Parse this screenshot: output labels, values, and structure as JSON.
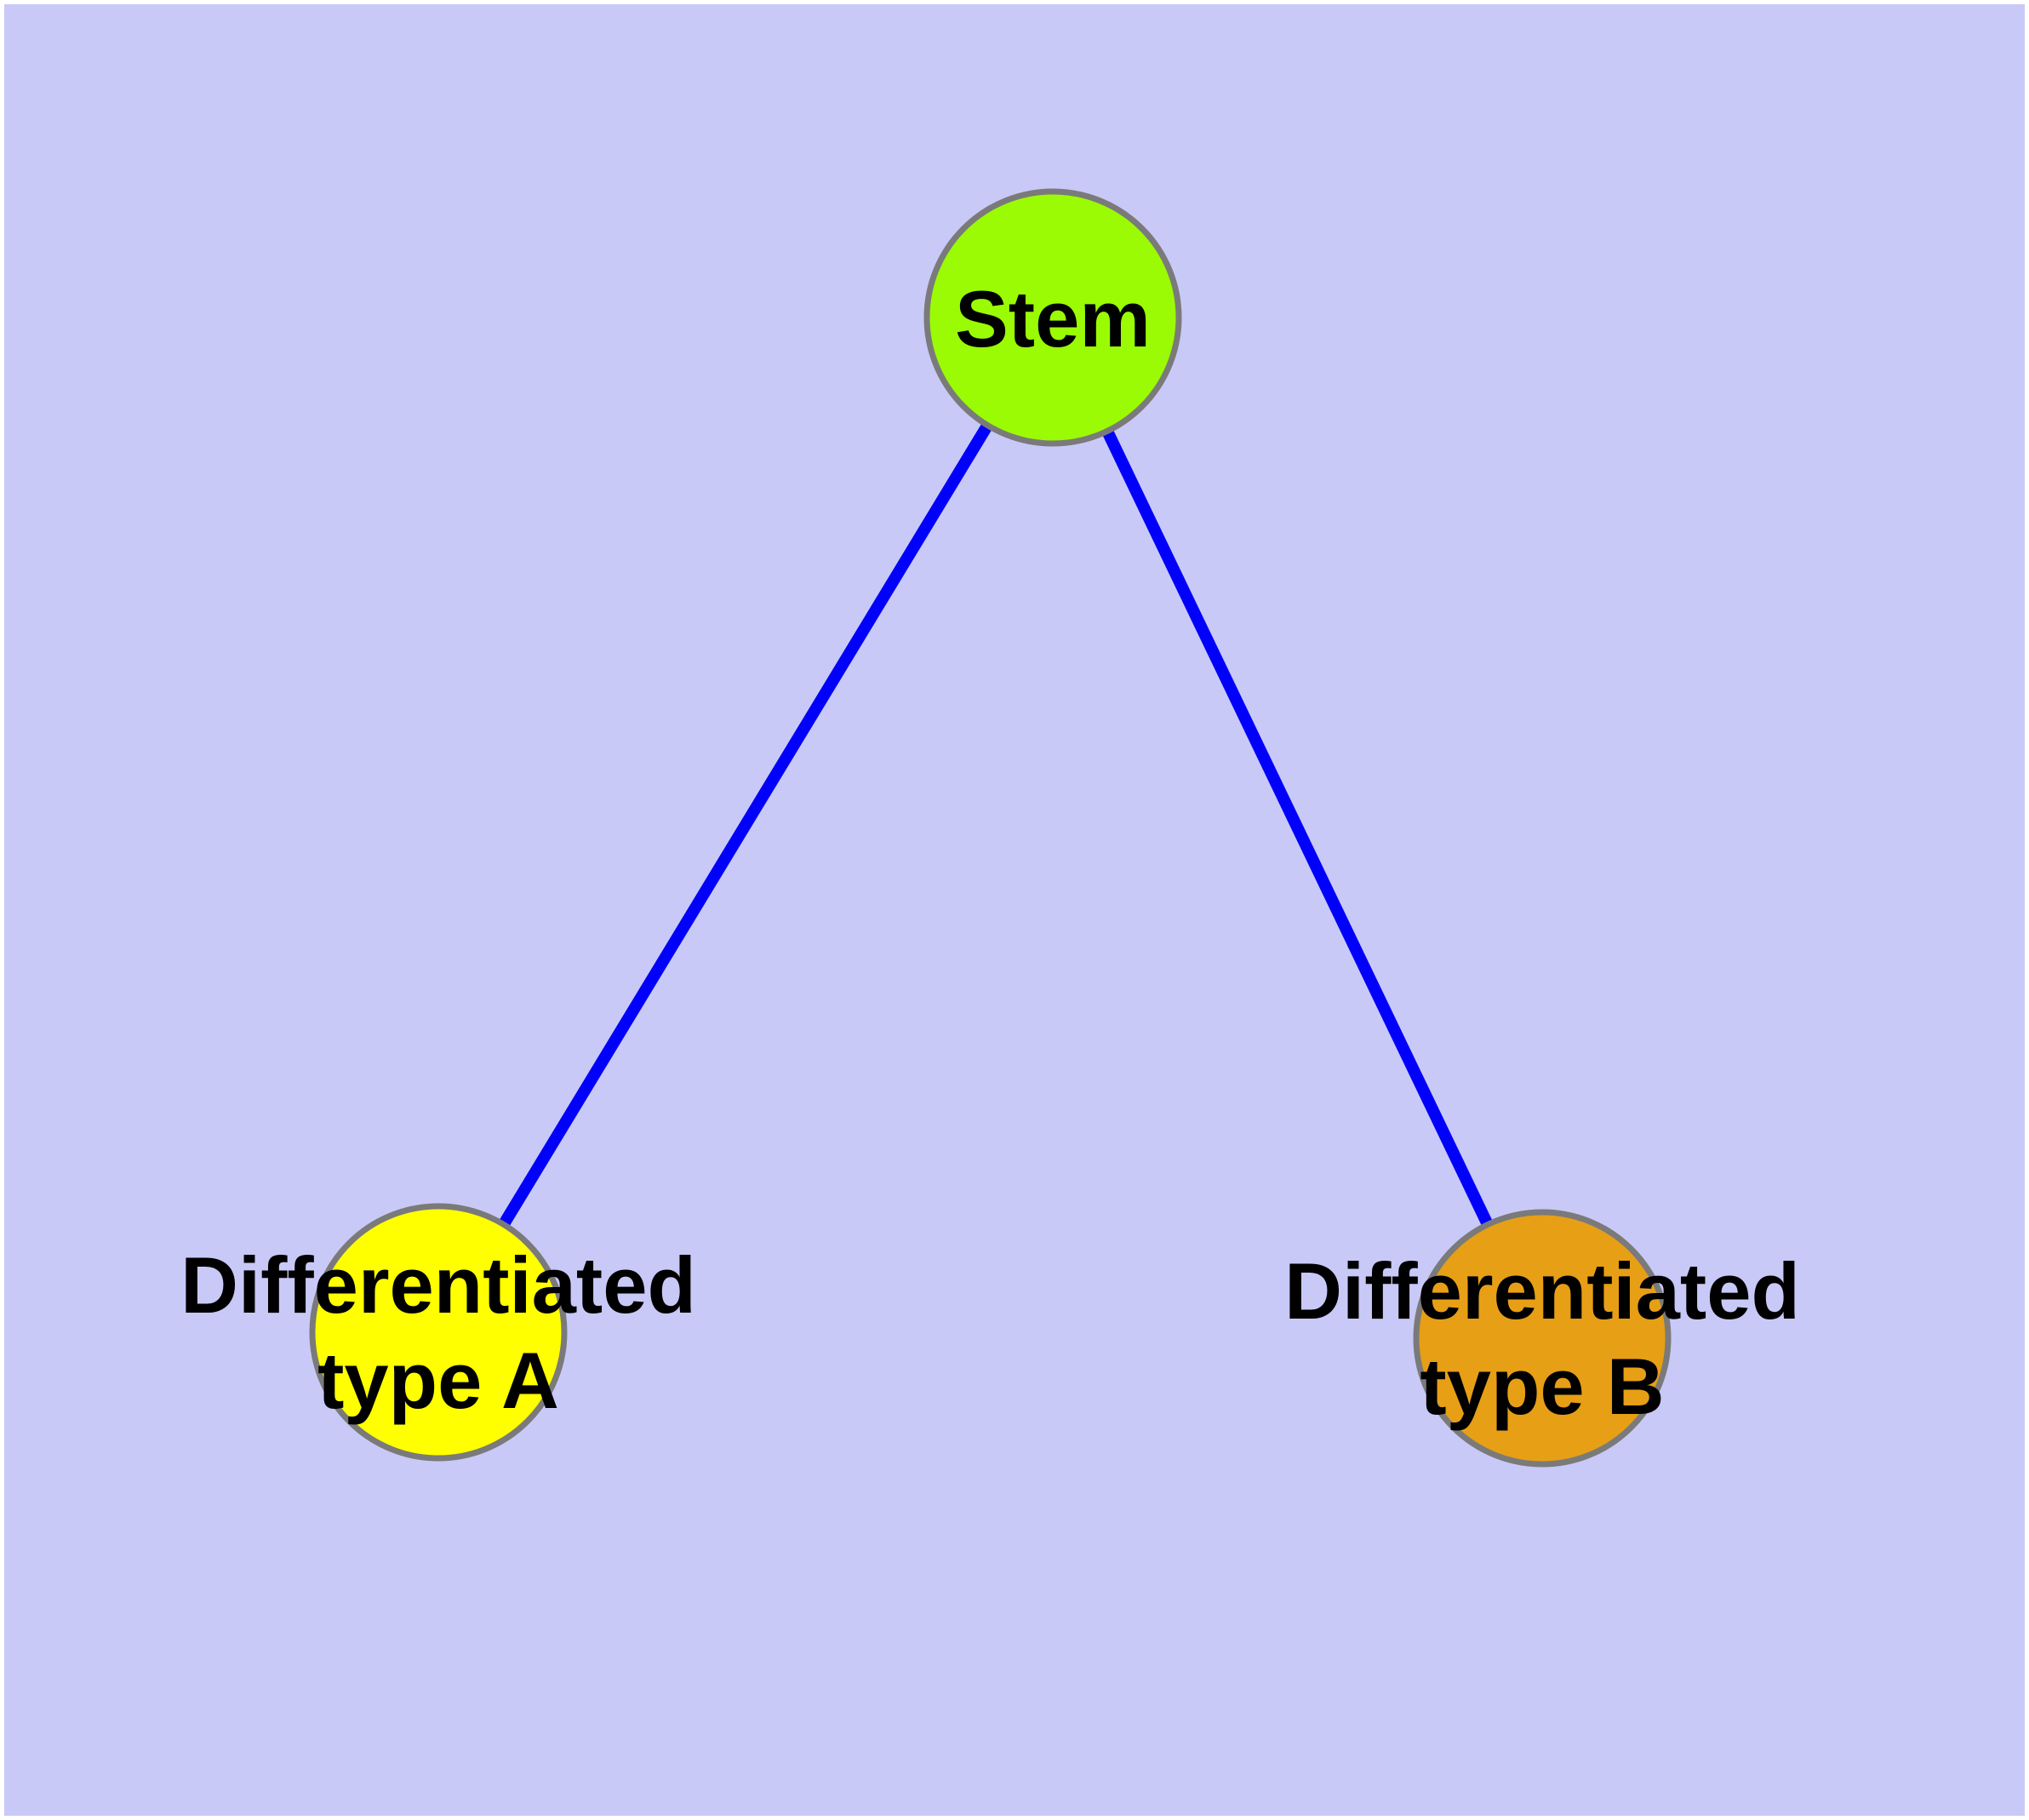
{
  "canvas": {
    "margin_color": "#ffffff",
    "background_color": "#c9c9f8"
  },
  "text_color": "#000000",
  "nodes": {
    "stem": {
      "label": "Stem",
      "fill": "#9afb04",
      "border": "#7a7a7a"
    },
    "type_a": {
      "lines": [
        "Differentiated",
        "type A"
      ],
      "fill": "#ffff00",
      "border": "#7a7a7a"
    },
    "type_b": {
      "lines": [
        "Differentiated",
        "type B"
      ],
      "fill": "#e79f16",
      "border": "#7a7a7a"
    }
  },
  "edges": {
    "color": "#0000fb",
    "items": [
      {
        "from": "Stem",
        "to": "Differentiated type A"
      },
      {
        "from": "Stem",
        "to": "Differentiated type B"
      }
    ]
  }
}
